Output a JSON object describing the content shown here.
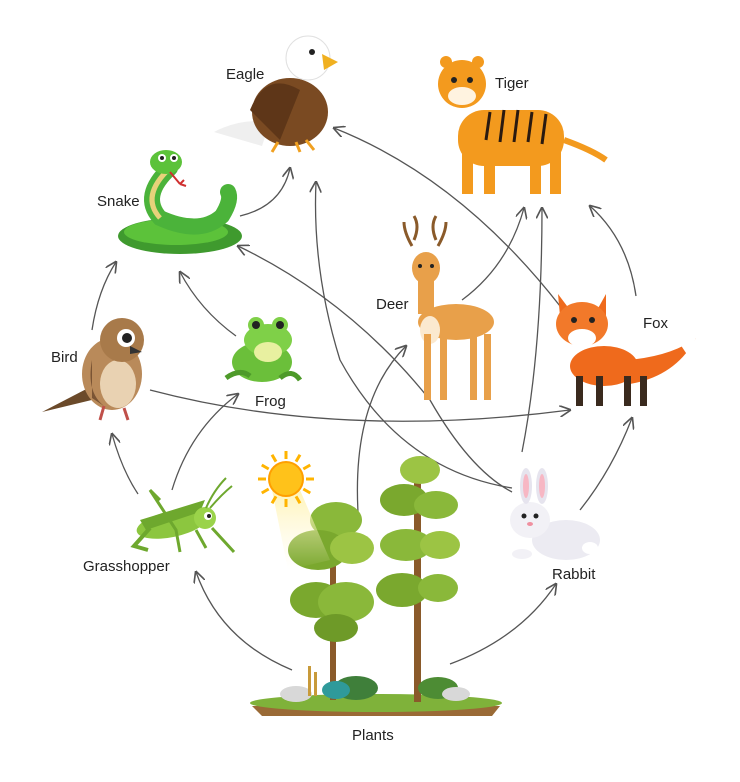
{
  "nodes": {
    "eagle": "Eagle",
    "tiger": "Tiger",
    "snake": "Snake",
    "deer": "Deer",
    "fox": "Fox",
    "bird": "Bird",
    "frog": "Frog",
    "grasshopper": "Grasshopper",
    "rabbit": "Rabbit",
    "plants": "Plants"
  },
  "edges": [
    [
      "plants",
      "grasshopper"
    ],
    [
      "plants",
      "rabbit"
    ],
    [
      "plants",
      "deer"
    ],
    [
      "grasshopper",
      "bird"
    ],
    [
      "grasshopper",
      "frog"
    ],
    [
      "bird",
      "snake"
    ],
    [
      "bird",
      "fox"
    ],
    [
      "frog",
      "snake"
    ],
    [
      "snake",
      "eagle"
    ],
    [
      "rabbit",
      "eagle"
    ],
    [
      "rabbit",
      "snake"
    ],
    [
      "rabbit",
      "fox"
    ],
    [
      "rabbit",
      "tiger"
    ],
    [
      "deer",
      "tiger"
    ],
    [
      "fox",
      "tiger"
    ],
    [
      "fox",
      "eagle"
    ]
  ],
  "colors": {
    "arrow": "#555555",
    "tiger_orange": "#f39a1e",
    "snake_green": "#4bb33a",
    "eagle_brown": "#7a4a22",
    "fox_orange": "#ef6a1c",
    "deer_tan": "#e8a04a",
    "sun_yellow": "#ffc21a",
    "tree_green": "#8ab83a"
  }
}
